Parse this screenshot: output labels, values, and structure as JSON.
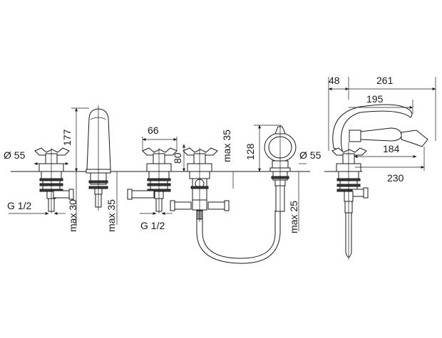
{
  "dimensions": {
    "d1_diameter": "Ø 55",
    "d1_thread": "G 1/2",
    "spout_height": "177",
    "spout_max_left": "max 30",
    "spout_max_right": "max 35",
    "valve_width": "66",
    "valve_height": "80",
    "valve_thread": "G 1/2",
    "diverter_max": "max 35",
    "handset_height": "128",
    "handset_max": "max 25",
    "d2_diameter": "Ø 55",
    "side_offset": "48",
    "side_total": "261",
    "side_reach": "195",
    "side_handle": "184",
    "side_length": "230"
  }
}
